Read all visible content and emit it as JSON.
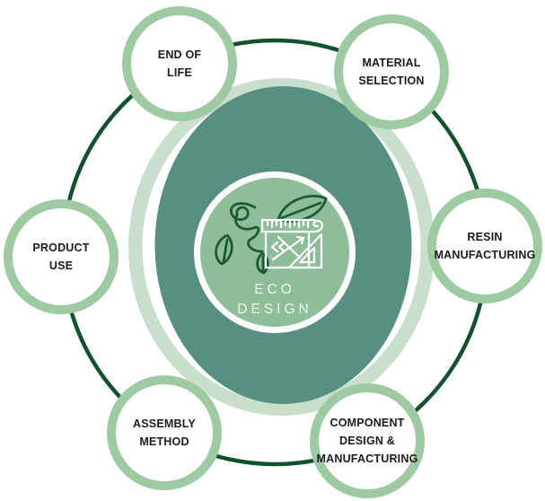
{
  "diagram_title": "ECO DESIGN",
  "colors": {
    "background": "#ffffff",
    "teal": "#579081",
    "halo": "#c9dfcb",
    "node_border": "#9ecaa1",
    "dark_ring": "#11512d",
    "center_fill": "#8ebd9a",
    "leaf": "#1b5a36",
    "blueprint": "#ffffff",
    "label_text": "#1c1c1e",
    "center_text": "#ffffff"
  },
  "center": {
    "line1": "ECO",
    "line2": "DESIGN",
    "icon": "eco-design-leaves-and-blueprint-icon"
  },
  "nodes": [
    {
      "id": "end-of-life",
      "lines": [
        "END OF",
        "LIFE"
      ]
    },
    {
      "id": "material-selection",
      "lines": [
        "MATERIAL",
        "SELECTION"
      ]
    },
    {
      "id": "resin-manufacturing",
      "lines": [
        "RESIN",
        "MANUFACTURING"
      ]
    },
    {
      "id": "component-design-manufacturing",
      "lines": [
        "COMPONENT",
        "DESIGN &",
        "MANUFACTURING"
      ]
    },
    {
      "id": "assembly-method",
      "lines": [
        "ASSEMBLY",
        "METHOD"
      ]
    },
    {
      "id": "product-use",
      "lines": [
        "PRODUCT",
        "USE"
      ]
    }
  ]
}
